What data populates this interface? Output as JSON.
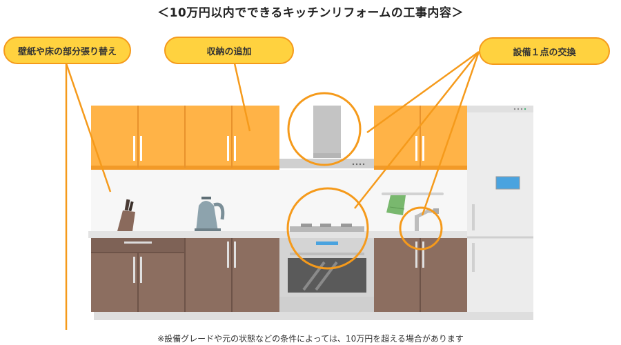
{
  "title": "＜10万円以内でできるキッチンリフォームの工事内容＞",
  "labels": {
    "wall_floor": "壁紙や床の部分張り替え",
    "storage": "収納の追加",
    "equipment": "設備１点の交換"
  },
  "footnote": "※設備グレードや元の状態などの条件によっては、10万円を超える場合があります",
  "colors": {
    "upper_cabinet": "#ffb347",
    "lower_cabinet": "#8c6e60",
    "label_fill": "#ffd23f",
    "accent_line": "#f59a1b",
    "counter": "#e6e6e6",
    "fridge": "#ececec"
  },
  "icons": [
    "knife-block-icon",
    "kettle-icon",
    "range-hood-icon",
    "stove-icon",
    "faucet-icon",
    "towel-icon",
    "refrigerator-icon"
  ]
}
